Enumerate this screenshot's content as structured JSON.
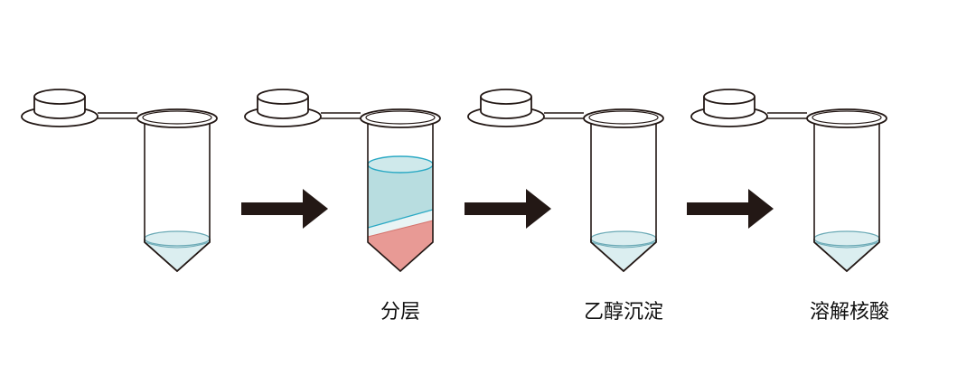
{
  "steps": [
    {
      "label": ""
    },
    {
      "label": "分层"
    },
    {
      "label": "乙醇沉淀"
    },
    {
      "label": "溶解核酸"
    }
  ],
  "colors": {
    "outline": "#231815",
    "arrow": "#231815",
    "clear_liquid": "#dbeef0",
    "clear_liquid_line": "#6aa9b5",
    "aqueous_layer": "#b8dde0",
    "aqueous_line": "#2aa9c4",
    "interphase": "#e9f4f5",
    "organic_layer": "#e89a95",
    "organic_line": "#d4726c"
  },
  "icons": [
    "microcentrifuge-tube-icon",
    "right-arrow-icon"
  ]
}
